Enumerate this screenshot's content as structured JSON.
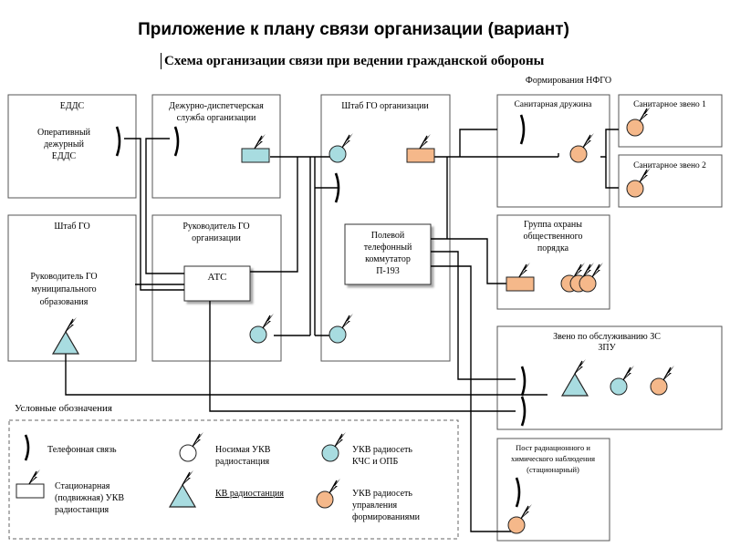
{
  "title": "Приложение к плану связи организации (вариант)",
  "subtitle": "Схема организации связи при ведении гражданской обороны",
  "colors": {
    "stationary_fill": "#a8dce0",
    "kchs_opb_fill": "#a8dce0",
    "management_fill": "#f5b88a",
    "line": "#000000"
  },
  "nodes": {
    "edds": {
      "title": "ЕДДС",
      "inner": [
        "Оперативный",
        "дежурный",
        "ЕДДС"
      ]
    },
    "dds": {
      "title": [
        "Дежурно-диспетчерская",
        "служба организации"
      ]
    },
    "hq_org": {
      "title": "Штаб ГО организации"
    },
    "hq_go": {
      "title": "Штаб ГО",
      "inner": [
        "Руководитель ГО",
        "муниципального",
        "образования"
      ]
    },
    "head_org": {
      "title": [
        "Руководитель ГО",
        "организации"
      ]
    },
    "ats": {
      "title": "АТС"
    },
    "switchboard": {
      "lines": [
        "Полевой",
        "телефонный",
        "коммутатор",
        "П-193"
      ]
    },
    "nfgo_label": "Формирования НФГО",
    "sanitary_squad": {
      "title": "Санитарная дружина"
    },
    "sanitary_1": {
      "title": "Санитарное звено 1"
    },
    "sanitary_2": {
      "title": "Санитарное звено 2"
    },
    "guard_group": {
      "title": [
        "Группа охраны",
        "общественного",
        "порядка"
      ]
    },
    "zs_service": {
      "title": [
        "Звено по обслуживанию ЗС",
        "ЗПУ"
      ]
    },
    "rad_post": {
      "title": [
        "Пост радиационного и",
        "химического наблюдения",
        "(стационарный)"
      ]
    }
  },
  "legend": {
    "title": "Условные обозначения",
    "items": {
      "phone": "Телефонная связь",
      "stationary": [
        "Стационарная",
        "(подвижная) УКВ",
        "радиостанция"
      ],
      "portable": [
        "Носимая УКВ",
        "радиостанция"
      ],
      "kv": "КВ радиостанция",
      "kchs": [
        "УКВ радиосеть",
        "КЧС и ОПБ"
      ],
      "management": [
        "УКВ радиосеть",
        "управления",
        "формированиями"
      ]
    }
  }
}
